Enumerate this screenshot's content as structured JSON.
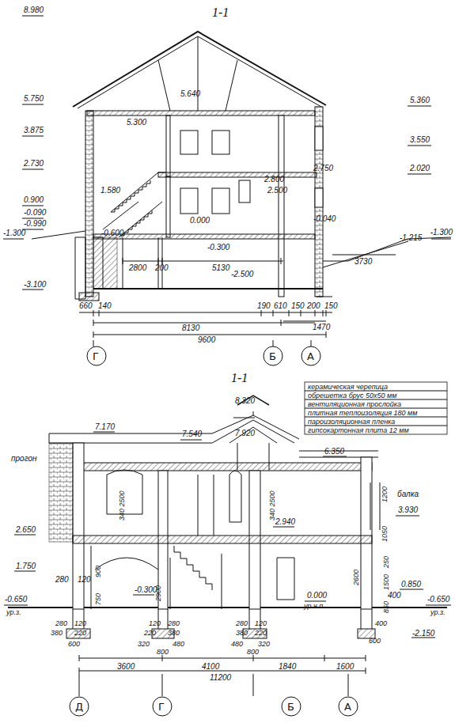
{
  "diagram": {
    "labels": [
      "1-1",
      "8.980",
      "5.750",
      "5.640",
      "5.300",
      "5.360",
      "3.875",
      "3.550",
      "2.730",
      "2.800",
      "2.750",
      "2.500",
      "2.020",
      "1.580",
      "0.900",
      "-0.090",
      "-0.040",
      "0.000",
      "-0.990",
      "-0.600",
      "-0.300",
      "-1.300",
      "-1.215",
      "-1.300",
      "2800",
      "200",
      "5130",
      "3730",
      "-2.500",
      "-3.100",
      "660",
      "140",
      "190",
      "610",
      "150",
      "200",
      "150",
      "1470",
      "8130",
      "9600",
      "Г",
      "Б",
      "А",
      "1-1",
      "керамическая черепица",
      "обрешетка брус 50х50 мм",
      "вентиляционная прослойка",
      "плитная теплоизоляция 180 мм",
      "пароизоляционная пленка",
      "гипсокартонная плита 12 мм",
      "8.320",
      "7.170",
      "7.540",
      "7.920",
      "6.350",
      "прогон",
      "балка",
      "3.930",
      "340 2500",
      "340 2500",
      "1200",
      "1050",
      "2.940",
      "2.650",
      "1.750",
      "900",
      "750",
      "2900",
      "2600",
      "250",
      "1500",
      "850",
      "0.850",
      "400",
      "280",
      "120",
      "-0.300",
      "0.000",
      "ур.ч.п.",
      "-0.650",
      "ур.з.",
      "-0.650",
      "ур.з.",
      "-2.150",
      "280",
      "120",
      "380",
      "220",
      "600",
      "120",
      "280",
      "220",
      "380",
      "320",
      "480",
      "800",
      "280",
      "120",
      "380",
      "220",
      "480",
      "320",
      "800",
      "400",
      "600",
      "3600",
      "4100",
      "1840",
      "1600",
      "11200",
      "Д",
      "Г",
      "Б",
      "А"
    ]
  }
}
